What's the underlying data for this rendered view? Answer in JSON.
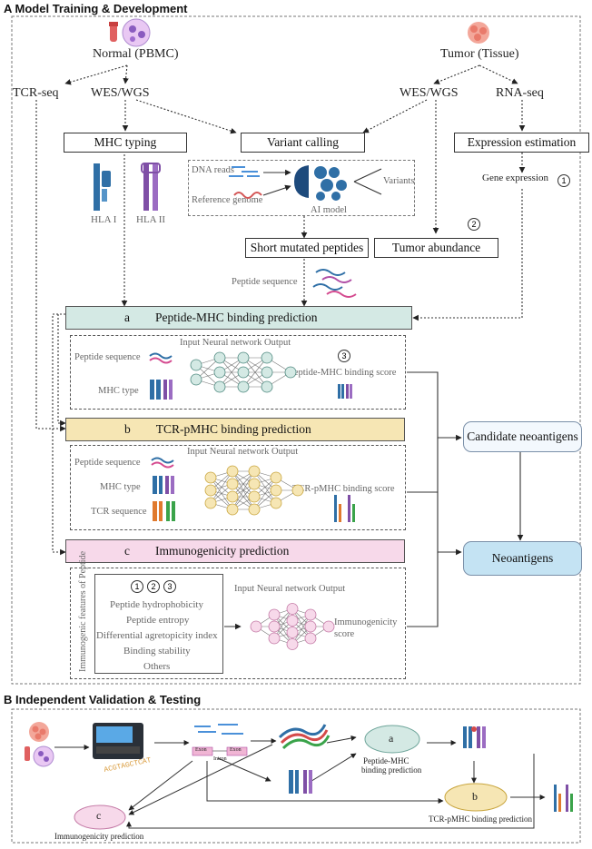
{
  "sectionA": {
    "letter": "A",
    "title": "Model Training & Development"
  },
  "sectionB": {
    "letter": "B",
    "title": "Independent Validation & Testing"
  },
  "sources": {
    "normal": "Normal (PBMC)",
    "tumor": "Tumor (Tissue)"
  },
  "seq": {
    "tcr_seq": "TCR-seq",
    "wes_left": "WES/WGS",
    "wes_right": "WES/WGS",
    "rna_seq": "RNA-seq"
  },
  "boxes": {
    "mhc_typing": "MHC typing",
    "variant_calling": "Variant calling",
    "expression": "Expression estimation",
    "short_peptides": "Short mutated peptides",
    "tumor_abundance": "Tumor abundance"
  },
  "hla": {
    "hla1": "HLA I",
    "hla2": "HLA II"
  },
  "ai": {
    "dna_reads": "DNA reads",
    "reference": "Reference genome",
    "variants": "Variants",
    "model": "AI model"
  },
  "gene_expression": "Gene expression",
  "peptide_sequence": "Peptide sequence",
  "features": [
    "1",
    "2",
    "3"
  ],
  "stage_a": {
    "letter": "a",
    "title": "Peptide-MHC binding prediction",
    "in1": "Peptide sequence",
    "in2": "MHC type",
    "nn": "Input   Neural network   Output",
    "score": "Peptide-MHC binding score"
  },
  "stage_b": {
    "letter": "b",
    "title": "TCR-pMHC binding prediction",
    "in1": "Peptide sequence",
    "in2": "MHC type",
    "in3": "TCR sequence",
    "nn": "Input  Neural network  Output",
    "score": "TCR-pMHC binding score"
  },
  "stage_c": {
    "letter": "c",
    "title": "Immunogenicity prediction",
    "side": "Immunogenic features of Peptide",
    "list": [
      "Peptide hydrophobicity",
      "Peptide entropy",
      "Differential agretopicity index",
      "Binding stability",
      "Others"
    ],
    "nn": "Input   Neural network   Output",
    "score1": "Immunogenicity",
    "score2": "score"
  },
  "outputs": {
    "candidate": "Candidate neoantigens",
    "neoantigens": "Neoantigens"
  },
  "validation": {
    "exon1": "Exon",
    "exon2": "Exon",
    "intron": "Intron",
    "a_letter": "a",
    "a_label1": "Peptide-MHC",
    "a_label2": "binding prediction",
    "b_letter": "b",
    "b_label": "TCR-pMHC binding prediction",
    "c_letter": "c",
    "c_label": "Immunogenicity  prediction"
  },
  "colors": {
    "teal": "#d4e9e4",
    "yellow": "#f6e6b4",
    "pink": "#f7d9ea",
    "blue": "#c4e3f3",
    "neo_bg": "#f3f8fd"
  }
}
